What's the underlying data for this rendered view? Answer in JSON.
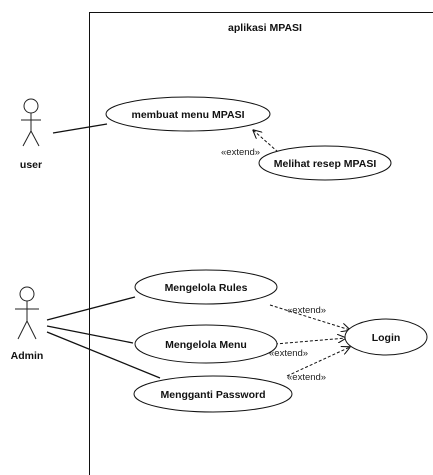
{
  "system": {
    "name": "aplikasi MPASI"
  },
  "actors": {
    "user": "user",
    "admin": "Admin"
  },
  "use_cases": {
    "membuat_menu": "membuat menu MPASI",
    "melihat_resep": "Melihat resep MPASI",
    "mengelola_rules": "Mengelola Rules",
    "mengelola_menu": "Mengelola Menu",
    "mengganti_password": "Mengganti Password",
    "login": "Login"
  },
  "relations": {
    "extend_resep": "«extend»",
    "extend_rules": "«extend»",
    "extend_menu": "«extend»",
    "extend_password": "«extend»"
  }
}
